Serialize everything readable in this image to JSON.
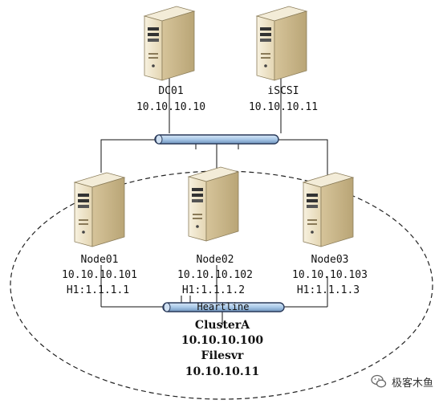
{
  "servers": {
    "dc01": {
      "name": "DC01",
      "ip": "10.10.10.10"
    },
    "iscsi": {
      "name": "iSCSI",
      "ip": "10.10.10.11"
    },
    "node01": {
      "name": "Node01",
      "ip": "10.10.10.101",
      "hb": "H1:1.1.1.1"
    },
    "node02": {
      "name": "Node02",
      "ip": "10.10.10.102",
      "hb": "H1:1.1.1.2"
    },
    "node03": {
      "name": "Node03",
      "ip": "10.10.10.103",
      "hb": "H1:1.1.1.3"
    }
  },
  "heartbeat": {
    "label": "Heartline"
  },
  "cluster": {
    "name": "ClusterA",
    "ip": "10.10.10.100",
    "role_name": "Filesvr",
    "role_ip": "10.10.10.11"
  },
  "watermark": {
    "text": "极客木鱼"
  },
  "colors": {
    "bus_fill": "#a8c8e8",
    "bus_stroke": "#2a3a5a",
    "server_body": "#efe6cf",
    "server_shadow": "#c9b88f"
  }
}
